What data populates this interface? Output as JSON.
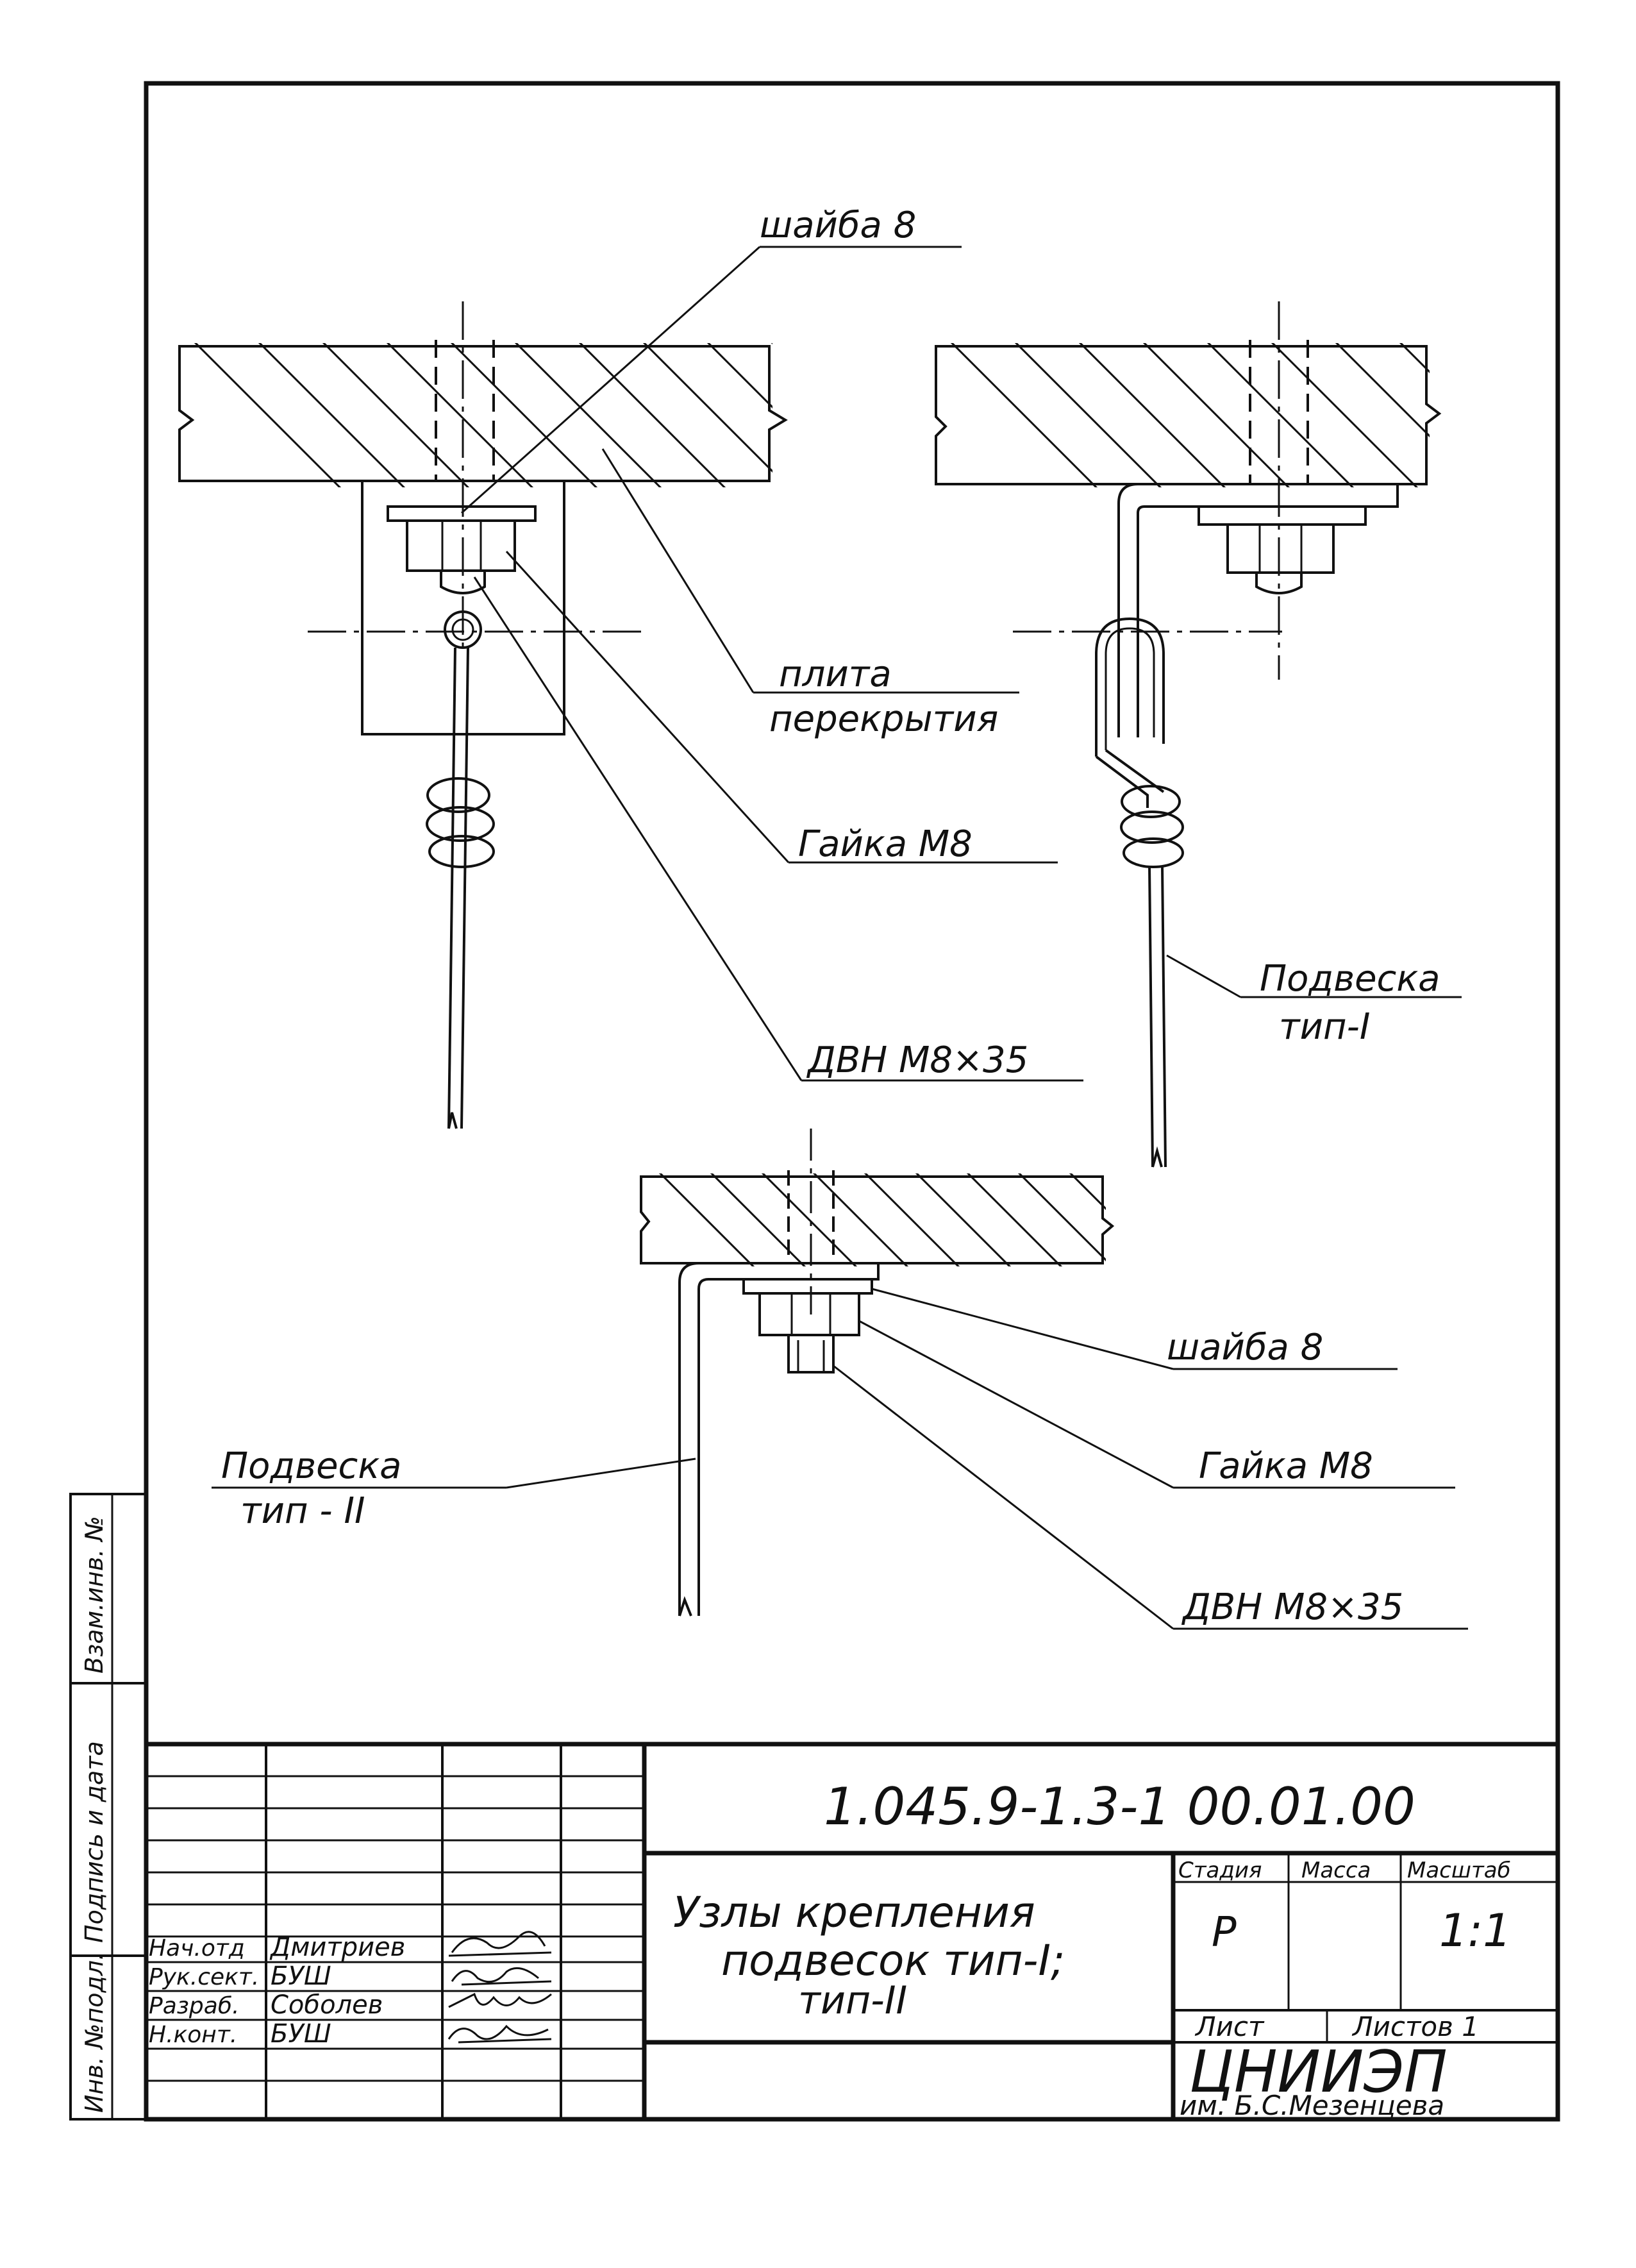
{
  "drawing": {
    "views": {
      "top_left": {
        "labels": {
          "washer": "шайба 8",
          "slab_line1": "плита",
          "slab_line2": "перекрытия",
          "nut": "Гайка М8",
          "dowel": "ДВН М8×35"
        }
      },
      "top_right": {
        "labels": {
          "hanger_line1": "Подвеска",
          "hanger_line2": "тип-I"
        }
      },
      "bottom": {
        "labels": {
          "washer": "шайба 8",
          "nut": "Гайка М8",
          "dowel": "ДВН М8×35",
          "hanger_line1": "Подвеска",
          "hanger_line2": "тип - II"
        }
      }
    }
  },
  "side_stamp": {
    "inv_no_orig": "Инв. №подл.",
    "sign_date": "Подпись и дата",
    "replacing_inv": "Взам.инв. №"
  },
  "title_block": {
    "designation": "1.045.9-1.3-1 00.01.00",
    "title_lines": [
      "Узлы крепления",
      "подвесок тип-I;",
      "тип-II"
    ],
    "stage_header": "Стадия",
    "mass_header": "Масса",
    "scale_header": "Масштаб",
    "stage_value": "Р",
    "mass_value": "",
    "scale_value": "1:1",
    "sheet_label": "Лист",
    "sheets_label": "Листов 1",
    "organization": "ЦНИИЭП",
    "organization_sub": "им. Б.С.Мезенцева",
    "signatures": [
      {
        "role": "Нач.отд",
        "name": "Дмитриев"
      },
      {
        "role": "Рук.сект.",
        "name": "БУШ"
      },
      {
        "role": "Разраб.",
        "name": "Соболев"
      },
      {
        "role": "Н.конт.",
        "name": "БУШ"
      }
    ]
  }
}
